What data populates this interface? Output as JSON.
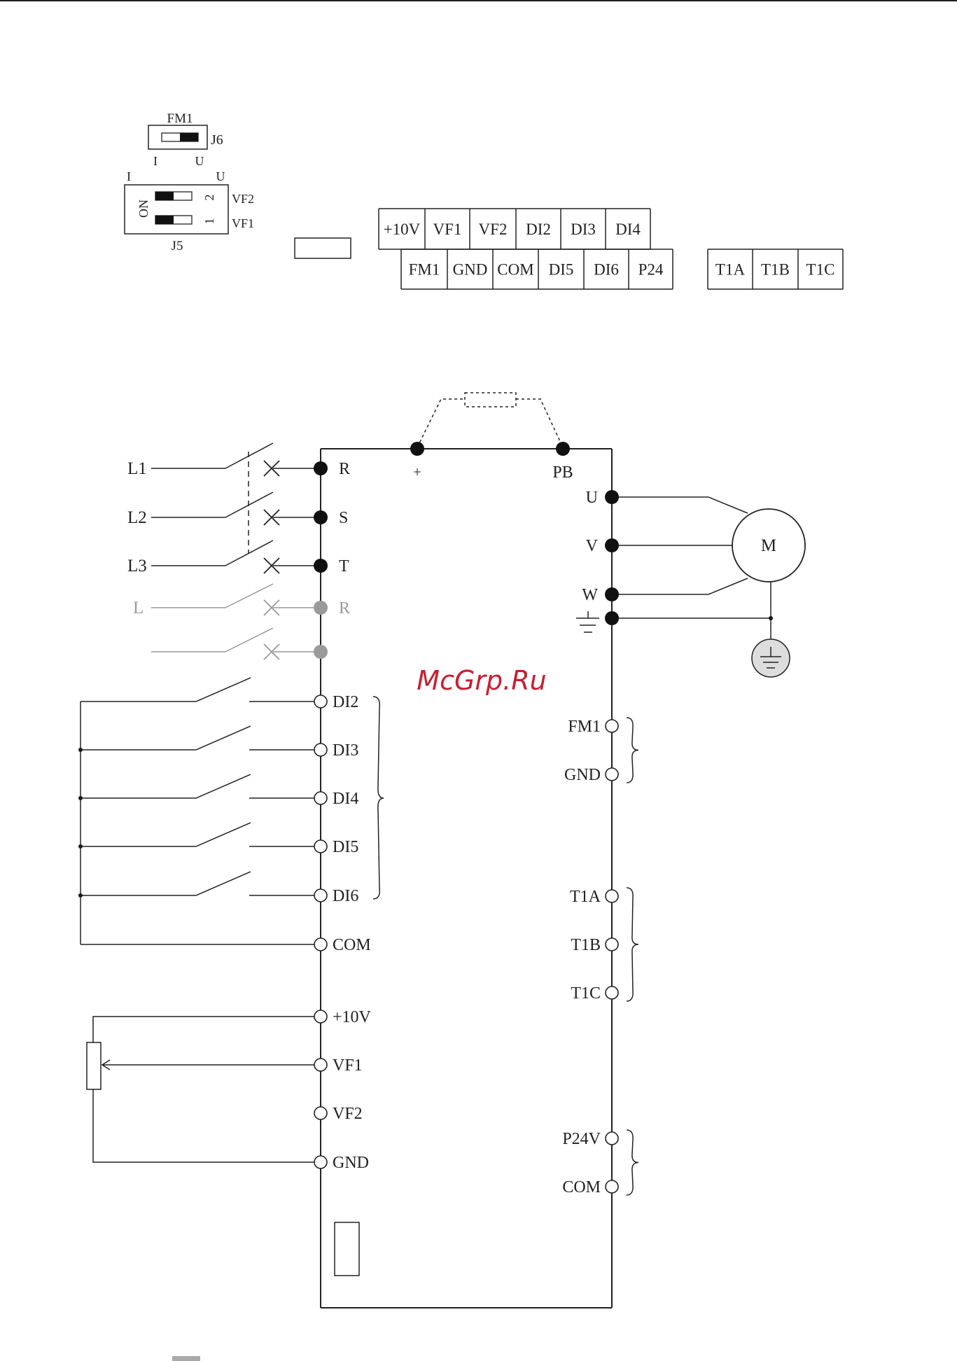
{
  "colors": {
    "line": "#222222",
    "grey": "#9a9a9a",
    "watermark": "#c81e32",
    "ground_fill": "#dddddd"
  },
  "j6": {
    "top": "FM1",
    "side": "J6",
    "left": "I",
    "right": "U"
  },
  "j5": {
    "left": "I",
    "right": "U",
    "on": "ON",
    "num2": "2",
    "num1": "1",
    "vf2": "VF2",
    "vf1": "VF1",
    "bottom": "J5"
  },
  "terminal_block": {
    "top_row": [
      "+10V",
      "VF1",
      "VF2",
      "DI2",
      "DI3",
      "DI4"
    ],
    "bottom_row": [
      "FM1",
      "GND",
      "COM",
      "DI5",
      "DI6",
      "P24"
    ],
    "relay_row": [
      "T1A",
      "T1B",
      "T1C"
    ]
  },
  "power": {
    "lines": [
      "L1",
      "L2",
      "L3"
    ],
    "single_phase": "L",
    "inputs": [
      "R",
      "S",
      "T"
    ],
    "single_input": "R",
    "dc_plus": "+",
    "dc_pb": "PB",
    "outputs": [
      "U",
      "V",
      "W"
    ],
    "motor": "M"
  },
  "digital_inputs": [
    "DI2",
    "DI3",
    "DI4",
    "DI5",
    "DI6"
  ],
  "common": "COM",
  "analog_inputs": [
    "+10V",
    "VF1",
    "VF2",
    "GND"
  ],
  "right_terminals": {
    "analog_out": [
      "FM1",
      "GND"
    ],
    "relay": [
      "T1A",
      "T1B",
      "T1C"
    ],
    "power_out": [
      "P24V",
      "COM"
    ]
  },
  "watermark": "McGrp.Ru"
}
